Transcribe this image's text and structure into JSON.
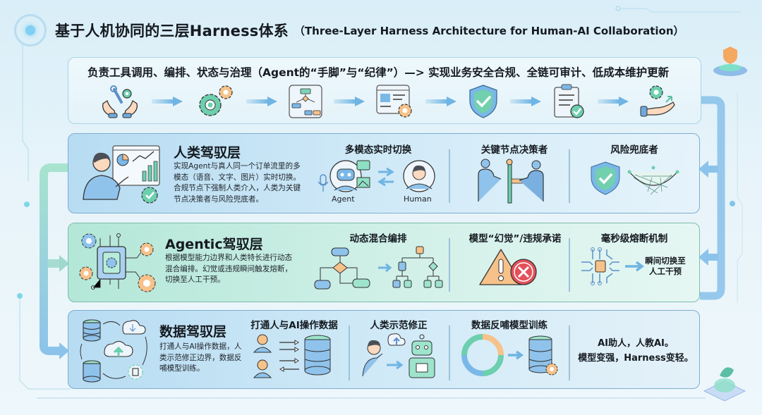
{
  "title": {
    "main": "基于人机协同的三层Harness体系",
    "subtitle": "（Three-Layer Harness Architecture for Human-AI Collaboration）"
  },
  "top_panel": {
    "heading": "负责工具调用、编排、状态与治理（Agent的“手脚”与“纪律”）—> 实现业务安全合规、全链可审计、低成本维护更新",
    "flow_icons": [
      "hands-tools-icon",
      "gears-icon",
      "flowchart-icon",
      "config-window-icon",
      "shield-check-icon",
      "audit-clipboard-icon",
      "hand-gear-update-icon"
    ]
  },
  "layers": [
    {
      "id": "human",
      "title": "人类驾驭层",
      "description": "实现Agent与真人同一个订单流里的多模态（语音、文字、图片）实时切换。合规节点下强制人类介入，人类为关键节点决策者与风险兜底者。",
      "sections": [
        {
          "title": "多模态实时切换",
          "labels": [
            "Agent",
            "Human"
          ]
        },
        {
          "title": "关键节点决策者"
        },
        {
          "title": "风险兜底者"
        }
      ]
    },
    {
      "id": "agentic",
      "title": "Agentic驾驭层",
      "description": "根据模型能力边界和人类特长进行动态混合编排。幻觉或违规瞬间触发熔断，切换至人工干预。",
      "sections": [
        {
          "title": "动态混合编排"
        },
        {
          "title": "模型“幻觉”/违规承诺"
        },
        {
          "title": "毫秒级熔断机制",
          "note": "瞬间切换至人工干预"
        }
      ]
    },
    {
      "id": "data",
      "title": "数据驾驭层",
      "description": "打通人与AI操作数据，人类示范修正边界，数据反哺模型训练。",
      "sections": [
        {
          "title": "打通人与AI操作数据"
        },
        {
          "title": "人类示范修正"
        },
        {
          "title": "数据反哺模型训练"
        }
      ],
      "summary_line1": "AI助人，人教AI。",
      "summary_line2": "模型变强，Harness变轻。"
    }
  ],
  "colors": {
    "blue_accent": "#6fb4e3",
    "green_accent": "#79cdb0",
    "orange_accent": "#f3b05c",
    "red_alert": "#e5505a"
  }
}
